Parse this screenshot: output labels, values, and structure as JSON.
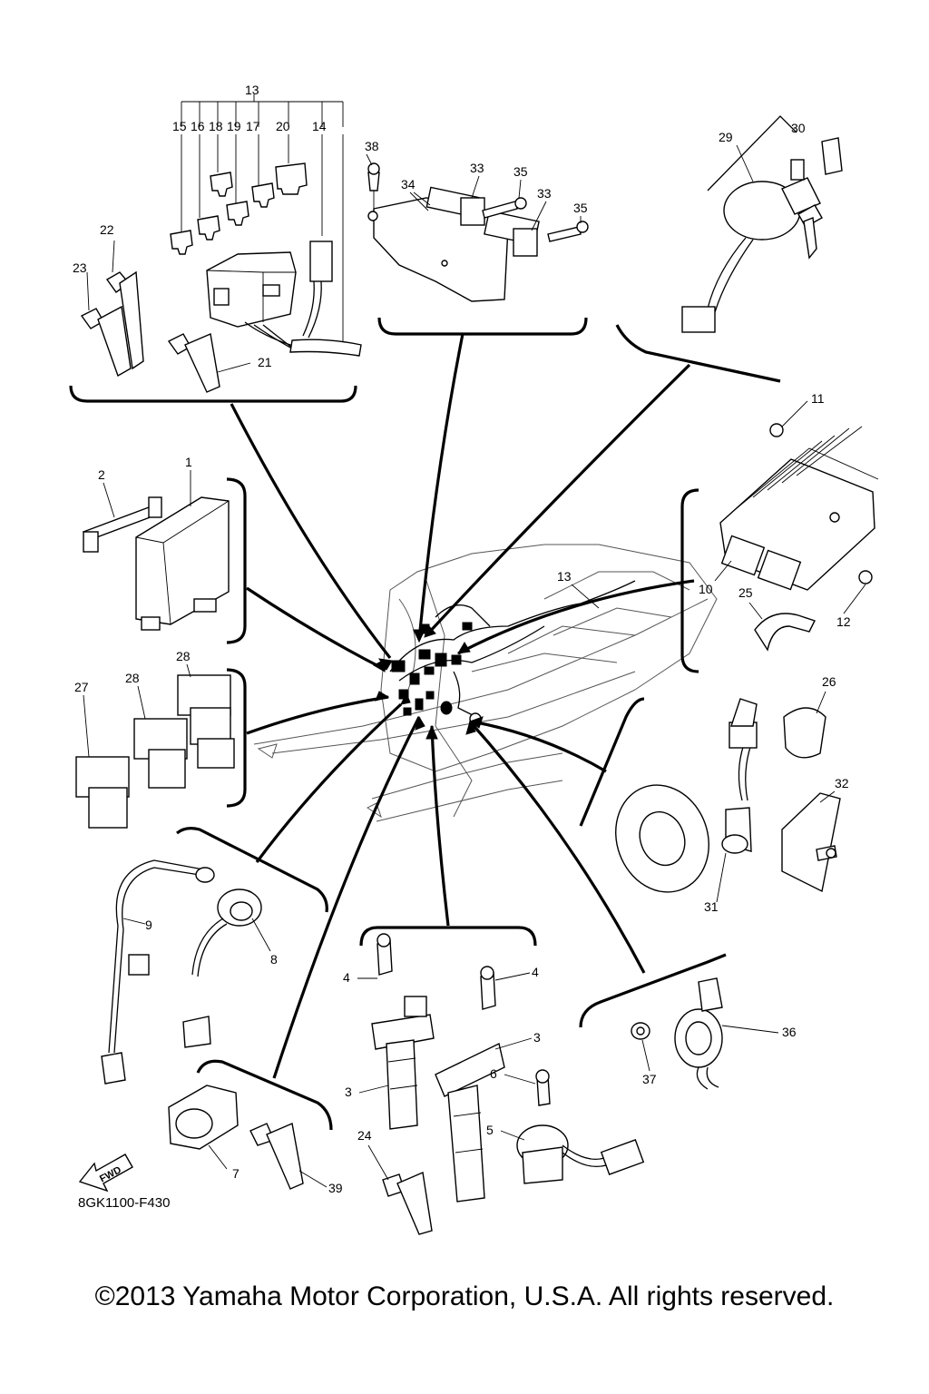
{
  "callouts": {
    "c1": "1",
    "c2": "2",
    "c3a": "3",
    "c3b": "3",
    "c4a": "4",
    "c4b": "4",
    "c5": "5",
    "c6": "6",
    "c7": "7",
    "c8": "8",
    "c9": "9",
    "c10": "10",
    "c11": "11",
    "c12": "12",
    "c13a": "13",
    "c13b": "13",
    "c14": "14",
    "c15": "15",
    "c16": "16",
    "c17": "17",
    "c18": "18",
    "c19": "19",
    "c20": "20",
    "c21": "21",
    "c22": "22",
    "c23": "23",
    "c24": "24",
    "c25": "25",
    "c26": "26",
    "c27": "27",
    "c28a": "28",
    "c28b": "28",
    "c29": "29",
    "c30": "30",
    "c31": "31",
    "c32": "32",
    "c33a": "33",
    "c33b": "33",
    "c34": "34",
    "c35a": "35",
    "c35b": "35",
    "c36": "36",
    "c37": "37",
    "c38": "38",
    "c39": "39"
  },
  "fwd_label": "FWD",
  "diagram_code": "8GK1100-F430",
  "copyright": "©2013 Yamaha Motor Corporation, U.S.A. All rights reserved."
}
